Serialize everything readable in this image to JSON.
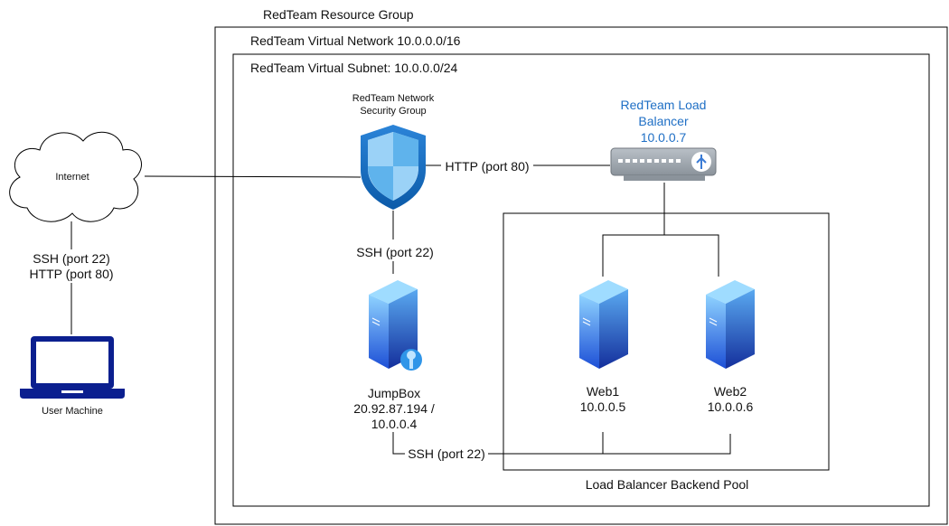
{
  "resource_group": {
    "label": "RedTeam Resource Group"
  },
  "vnet": {
    "label": "RedTeam Virtual Network 10.0.0.0/16"
  },
  "subnet": {
    "label": "RedTeam Virtual Subnet: 10.0.0.0/24"
  },
  "internet": {
    "label": "Internet",
    "icon": "cloud-icon"
  },
  "user_machine": {
    "label": "User Machine",
    "icon": "laptop-icon",
    "conn_line1": "SSH (port 22)",
    "conn_line2": "HTTP (port 80)"
  },
  "nsg": {
    "line1": "RedTeam Network",
    "line2": "Security Group",
    "icon": "shield-icon"
  },
  "load_balancer": {
    "line1": "RedTeam Load",
    "line2": "Balancer",
    "line3": "10.0.0.7",
    "icon": "load-balancer-icon",
    "color": "#1f6fc5"
  },
  "jumpbox": {
    "name": "JumpBox",
    "ip_line1": "20.92.87.194 /",
    "ip_line2": "10.0.0.4",
    "icon": "server-key-icon"
  },
  "web1": {
    "name": "Web1",
    "ip": "10.0.0.5",
    "icon": "server-icon"
  },
  "web2": {
    "name": "Web2",
    "ip": "10.0.0.6",
    "icon": "server-icon"
  },
  "backend_pool": {
    "label": "Load Balancer Backend Pool"
  },
  "connections": {
    "nsg_to_lb": "HTTP (port 80)",
    "nsg_to_jumpbox": "SSH (port 22)",
    "jumpbox_to_web": "SSH (port 22)"
  }
}
